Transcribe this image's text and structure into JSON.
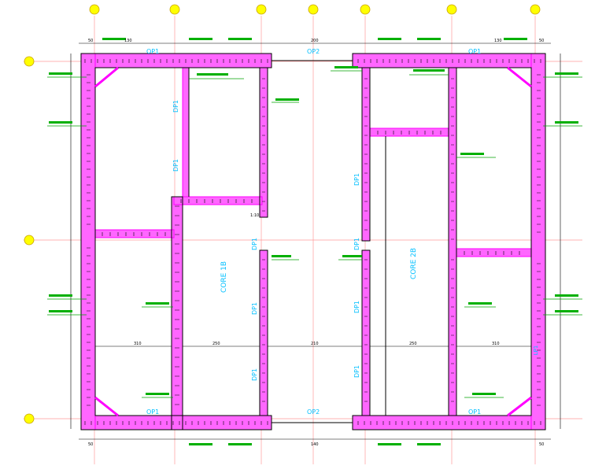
{
  "drawing": {
    "colors": {
      "background": "#ffffff",
      "grid": "#ff9a9a",
      "wall_outline": "#000000",
      "rebar": "#ff00ff",
      "caption": "#00bfff",
      "annotation": "#00a000",
      "bubble": "#ffff00"
    },
    "cores": [
      {
        "label": "CORE 1B"
      },
      {
        "label": "CORE 2B"
      }
    ],
    "opening_labels": {
      "op1": "OP1",
      "op2": "OP2",
      "dp1": "DP1",
      "lp1": "LP1"
    },
    "dimensions": [
      "50",
      "130",
      "200",
      "310",
      "250",
      "1:10",
      "210",
      "140"
    ]
  }
}
